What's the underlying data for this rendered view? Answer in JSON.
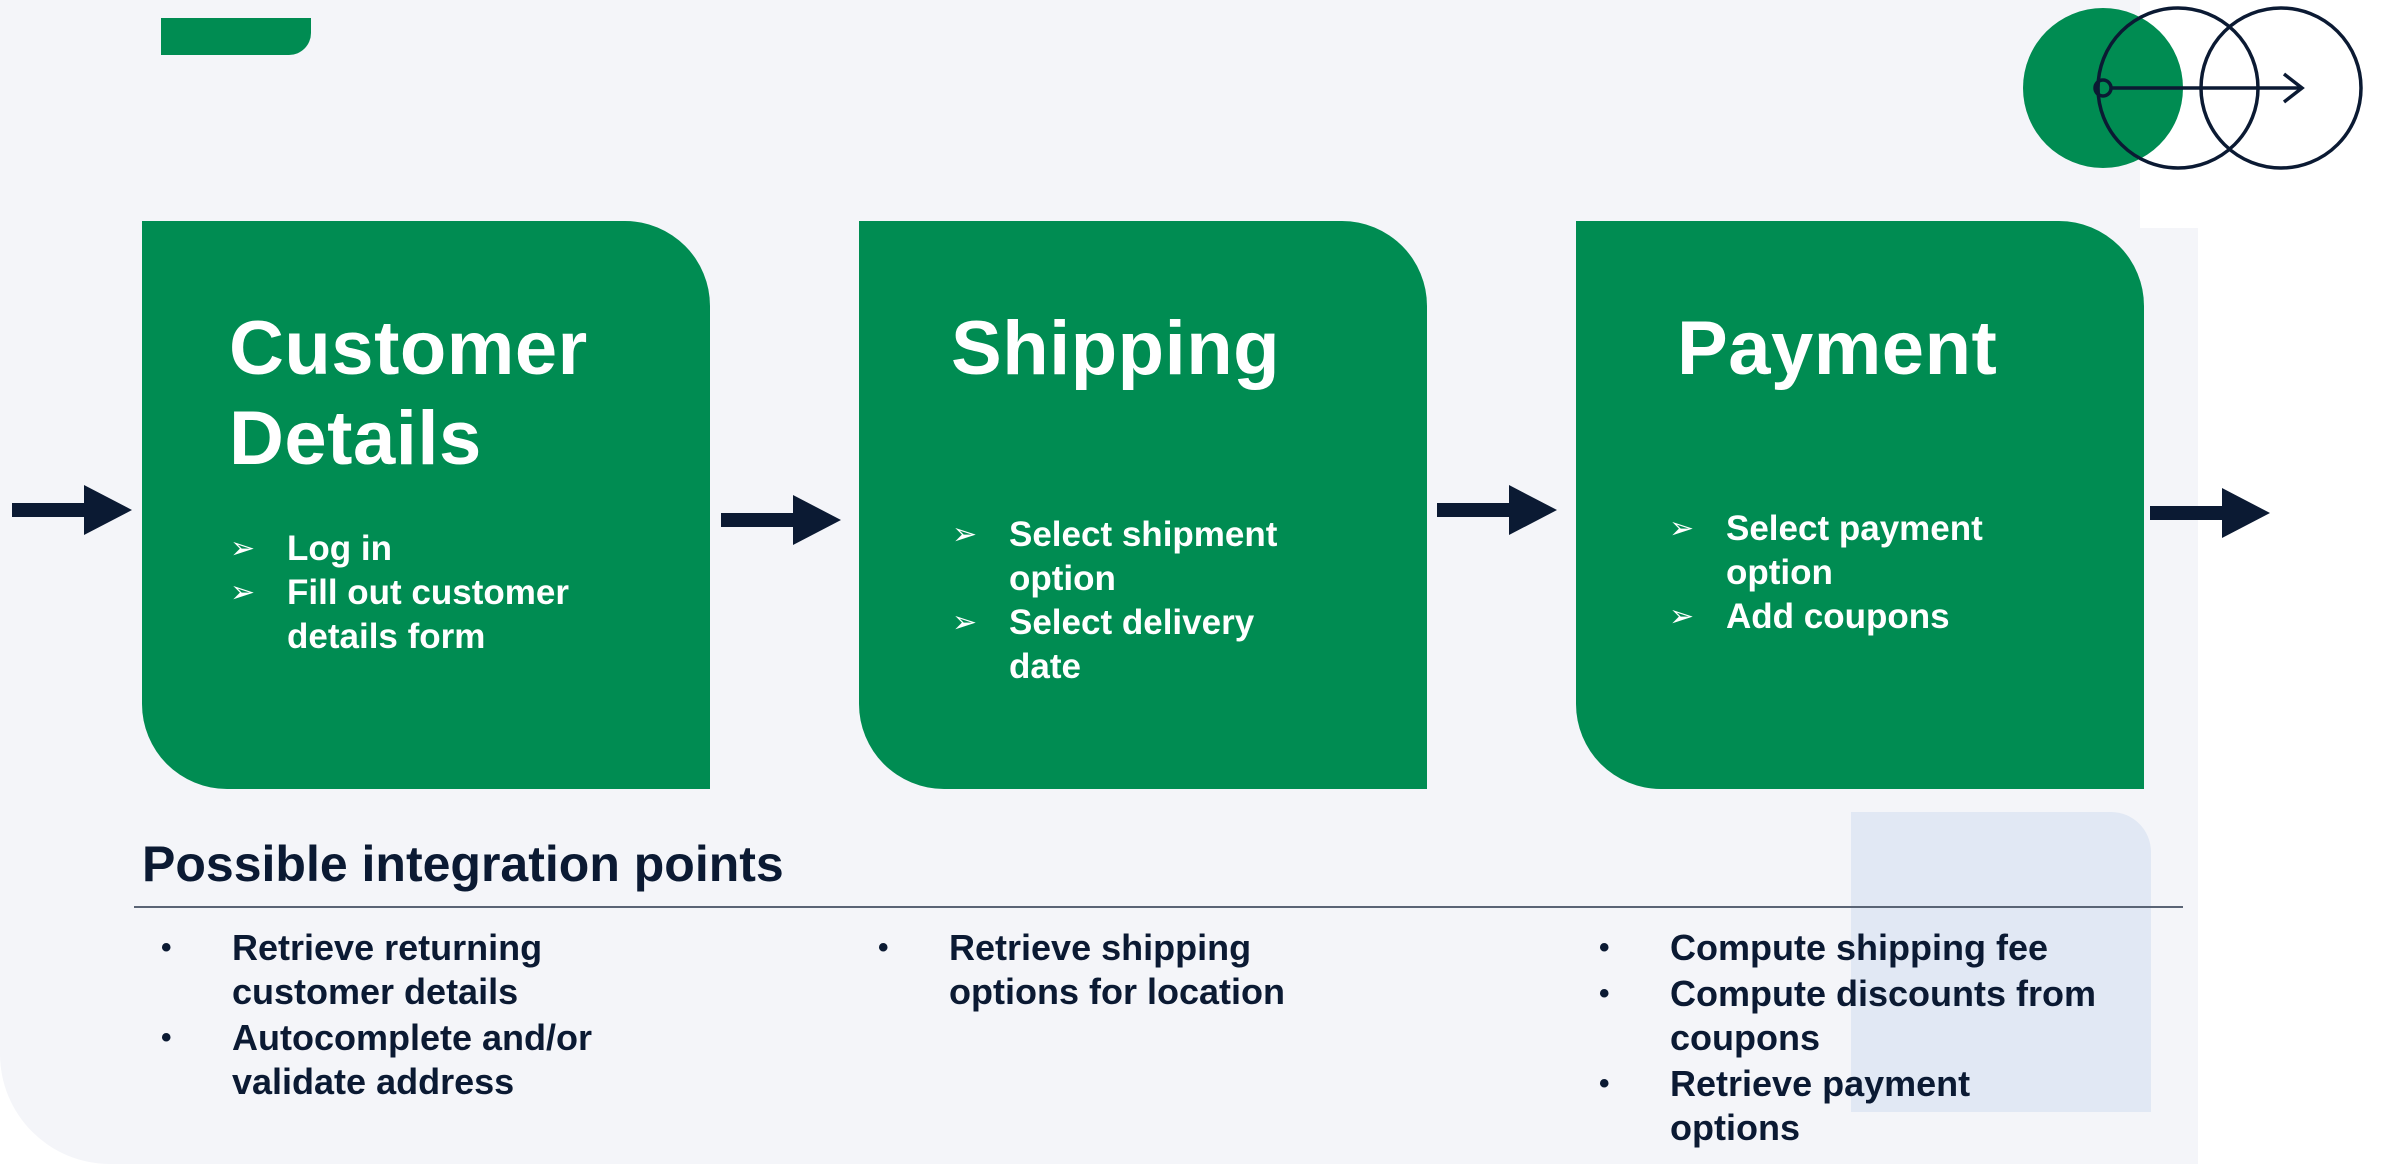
{
  "colors": {
    "primary_green": "#008c52",
    "navy": "#0b1a33",
    "background": "#f4f5f9",
    "highlight": "#e1e8f4"
  },
  "icons": {
    "bullet_card": "check-arrow-bullet",
    "bullet_list": "dot-bullet",
    "logo": "circles-arrow-logo",
    "flow_arrow": "right-arrow-icon"
  },
  "steps": [
    {
      "title_lines": [
        "Customer",
        "Details"
      ],
      "bullets": [
        {
          "lines": [
            "Log in"
          ]
        },
        {
          "lines": [
            "Fill out customer",
            "details form"
          ]
        }
      ]
    },
    {
      "title_lines": [
        "Shipping"
      ],
      "bullets": [
        {
          "lines": [
            "Select shipment",
            "option"
          ]
        },
        {
          "lines": [
            "Select delivery",
            "date"
          ]
        }
      ]
    },
    {
      "title_lines": [
        "Payment"
      ],
      "bullets": [
        {
          "lines": [
            "Select payment",
            "option"
          ]
        },
        {
          "lines": [
            "Add coupons"
          ]
        }
      ]
    }
  ],
  "integration": {
    "title": "Possible integration points",
    "columns": [
      [
        {
          "lines": [
            "Retrieve returning",
            "customer details"
          ]
        },
        {
          "lines": [
            "Autocomplete and/or",
            "validate address"
          ]
        }
      ],
      [
        {
          "lines": [
            "Retrieve shipping",
            "options for location"
          ]
        }
      ],
      [
        {
          "lines": [
            "Compute shipping fee"
          ]
        },
        {
          "lines": [
            "Compute discounts from",
            "coupons"
          ]
        },
        {
          "lines": [
            "Retrieve payment",
            "options"
          ]
        }
      ]
    ]
  }
}
